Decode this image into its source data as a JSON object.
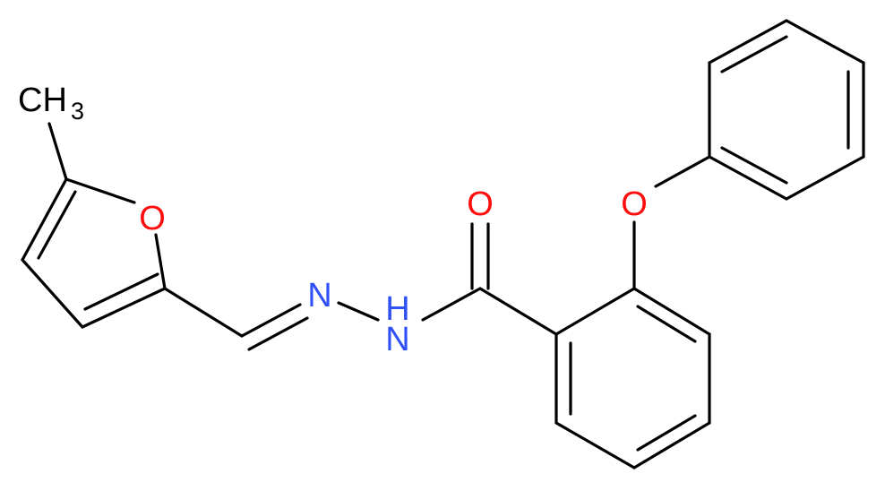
{
  "molecule": {
    "atoms": {
      "oxygen_carbonyl": "O",
      "oxygen_ether": "O",
      "oxygen_furan": "O",
      "nitrogen_imine": "N",
      "nitrogen_amide": "N",
      "hydrogen_amide": "H",
      "methyl_c": "CH",
      "methyl_sub": "3"
    },
    "colors": {
      "bond": "#000000",
      "oxygen": "#ff0d0d",
      "nitrogen": "#3050f8",
      "carbon": "#000000",
      "background": "#ffffff"
    }
  }
}
